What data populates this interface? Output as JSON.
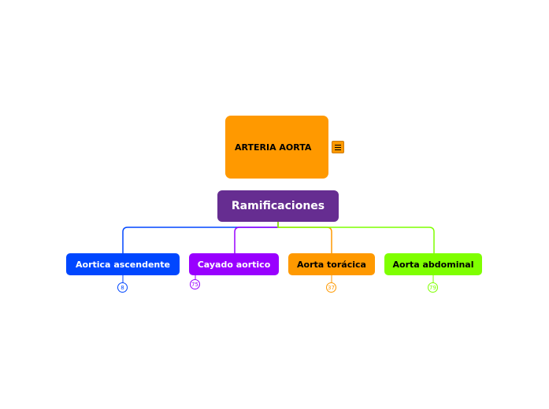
{
  "colors": {
    "root": "#ff9900",
    "hub": "#662d91",
    "line_main": "#7fff00"
  },
  "root": {
    "label": "ARTERIA AORTA",
    "menu_icon": "hamburger-menu-icon"
  },
  "hub": {
    "label": "Ramificaciones"
  },
  "branches": [
    {
      "label": "Aortica ascendente",
      "badge": "8",
      "color": "#0047ff",
      "text_color": "#ffffff"
    },
    {
      "label": "Cayado aortico",
      "badge": "75",
      "color": "#9900ff",
      "text_color": "#ffffff"
    },
    {
      "label": "Aorta torácica",
      "badge": "37",
      "color": "#ff9900",
      "text_color": "#000000"
    },
    {
      "label": "Aorta abdominal",
      "badge": "79",
      "color": "#7fff00",
      "text_color": "#000000"
    }
  ]
}
